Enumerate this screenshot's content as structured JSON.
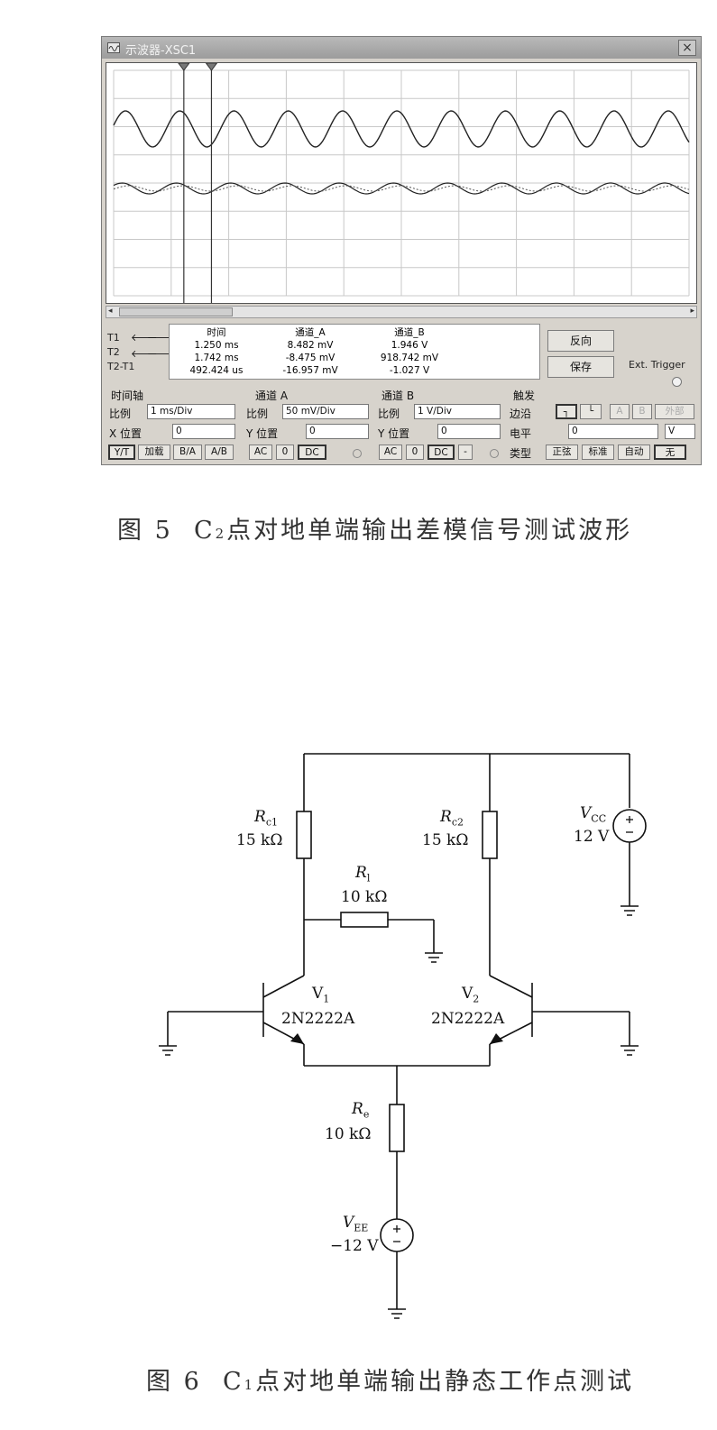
{
  "oscilloscope": {
    "title": "示波器-XSC1",
    "close": "×",
    "cursors": {
      "t1": "T1",
      "t2": "T2",
      "diff": "T2-T1"
    },
    "readout": {
      "headers": [
        "时间",
        "通道_A",
        "通道_B"
      ],
      "t1": [
        "1.250 ms",
        "8.482 mV",
        "1.946 V"
      ],
      "t2": [
        "1.742 ms",
        "-8.475 mV",
        "918.742 mV"
      ],
      "diff": [
        "492.424 us",
        "-16.957 mV",
        "-1.027 V"
      ]
    },
    "buttons": {
      "reverse": "反向",
      "save": "保存",
      "ext_trigger": "Ext. Trigger"
    },
    "timebase": {
      "title": "时间轴",
      "scale_label": "比例",
      "scale_value": "1 ms/Div",
      "xpos_label": "X 位置",
      "xpos_value": "0",
      "modes": [
        "Y/T",
        "加载",
        "B/A",
        "A/B"
      ]
    },
    "channel_a": {
      "title": "通道 A",
      "scale_label": "比例",
      "scale_value": "50 mV/Div",
      "ypos_label": "Y 位置",
      "ypos_value": "0",
      "coupling": [
        "AC",
        "0",
        "DC"
      ]
    },
    "channel_b": {
      "title": "通道 B",
      "scale_label": "比例",
      "scale_value": "1 V/Div",
      "ypos_label": "Y 位置",
      "ypos_value": "0",
      "coupling": [
        "AC",
        "0",
        "DC",
        "-"
      ]
    },
    "trigger": {
      "title": "触发",
      "edge_label": "边沿",
      "level_label": "电平",
      "level_value": "0",
      "level_unit": "V",
      "type_label": "类型",
      "sources": [
        "A",
        "B",
        "外部"
      ],
      "types": [
        "正弦",
        "标准",
        "自动",
        "无"
      ]
    },
    "waveforms": {
      "channel_b_cycles": 10.6,
      "channel_a_cycles": 10.6,
      "cursor1_fraction": 0.122,
      "cursor2_fraction": 0.17
    }
  },
  "figure5_caption": {
    "prefix": "图 5",
    "c": "C",
    "sub": "2",
    "text": "点对地单端输出差模信号测试波形"
  },
  "circuit": {
    "rc1": {
      "name": "R",
      "sub": "c1",
      "value": "15 kΩ"
    },
    "rc2": {
      "name": "R",
      "sub": "c2",
      "value": "15 kΩ"
    },
    "rl": {
      "name": "R",
      "sub": "l",
      "value": "10 kΩ"
    },
    "re": {
      "name": "R",
      "sub": "e",
      "value": "10 kΩ"
    },
    "vcc": {
      "name": "V",
      "sub": "CC",
      "value": "12 V"
    },
    "vee": {
      "name": "V",
      "sub": "EE",
      "value": "−12 V"
    },
    "v1": {
      "name": "V",
      "sub": "1",
      "part": "2N2222A"
    },
    "v2": {
      "name": "V",
      "sub": "2",
      "part": "2N2222A"
    }
  },
  "figure6_caption": {
    "prefix": "图 6",
    "c": "C",
    "sub": "1",
    "text": "点对地单端输出静态工作点测试"
  }
}
